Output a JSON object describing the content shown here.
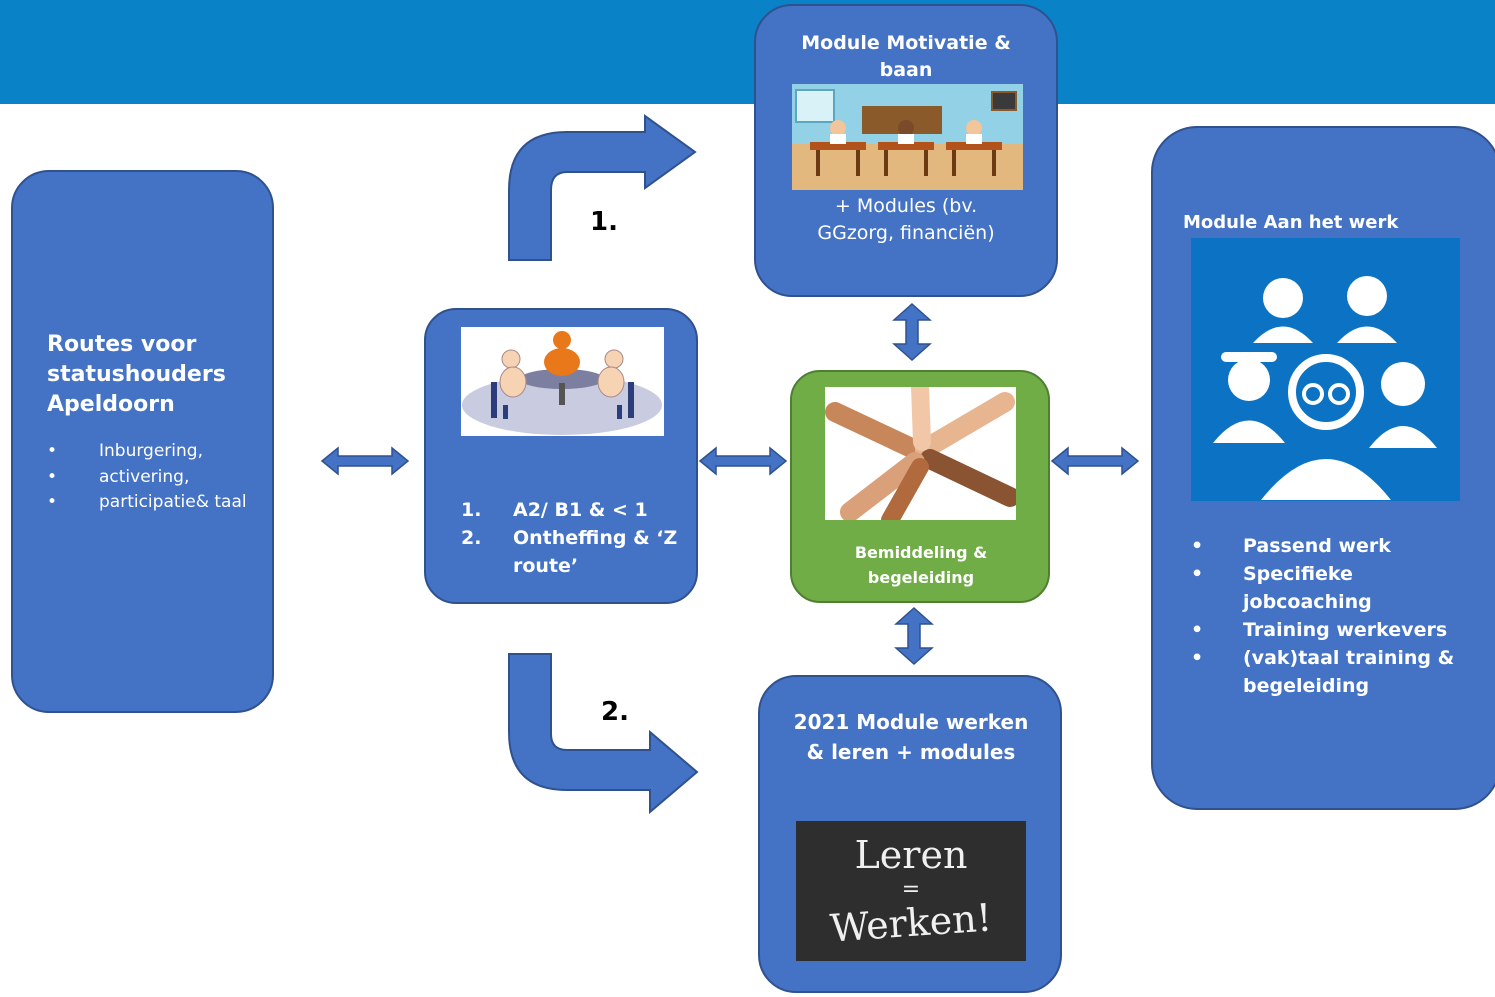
{
  "colors": {
    "header_bar": "#0a82c8",
    "box_fill": "#4472c4",
    "box_border": "#2f528f",
    "center_fill": "#70ad47",
    "arrow": "#4472c4"
  },
  "left_box": {
    "title": "Routes voor statushouders Apeldoorn",
    "items": [
      "Inburgering,",
      "activering,",
      "participatie& taal"
    ]
  },
  "intake_box": {
    "image": "meeting-table-illustration",
    "items": [
      {
        "num": "1.",
        "text": "A2/ B1 & < 1"
      },
      {
        "num": "2.",
        "text": "Ontheffing & ‘Z route’"
      }
    ]
  },
  "motivatie_box": {
    "title": "Module Motivatie & baan",
    "image": "classroom-illustration",
    "subtitle": "+ Modules (bv. GGzorg, financiën)"
  },
  "center_box": {
    "image": "joined-hands-photo",
    "title": "Bemiddeling & begeleiding"
  },
  "werken_leren_box": {
    "title": "2021 Module werken & leren + modules",
    "chalk_line1": "Leren",
    "chalk_line2": "=",
    "chalk_line3": "Werken!"
  },
  "werk_box": {
    "title": "Module Aan het werk",
    "image": "people-group-icon",
    "items": [
      "Passend werk",
      "Specifieke jobcoaching",
      "Training werkevers",
      "(vak)taal training & begeleiding"
    ]
  },
  "step_labels": {
    "route1": "1.",
    "route2": "2."
  }
}
